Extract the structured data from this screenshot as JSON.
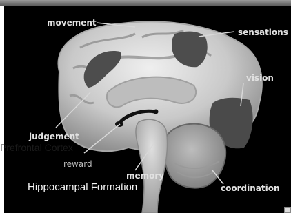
{
  "diagram": {
    "labels": {
      "movement": "movement",
      "sensations": "sensations",
      "vision": "vision",
      "judgement": "judgement",
      "reward": "reward",
      "memory": "memory",
      "coordination": "coordination"
    },
    "overlay_labels": {
      "prefrontal": "Prefrontal Cortex",
      "hippocampal": "Hippocampal Formation"
    },
    "colors": {
      "background": "#000000",
      "brain": "#cfcfcf",
      "highlight_region": "#4d4d4d",
      "label_text": "#e2e2e2",
      "leader_line": "#d8d8d8"
    }
  }
}
